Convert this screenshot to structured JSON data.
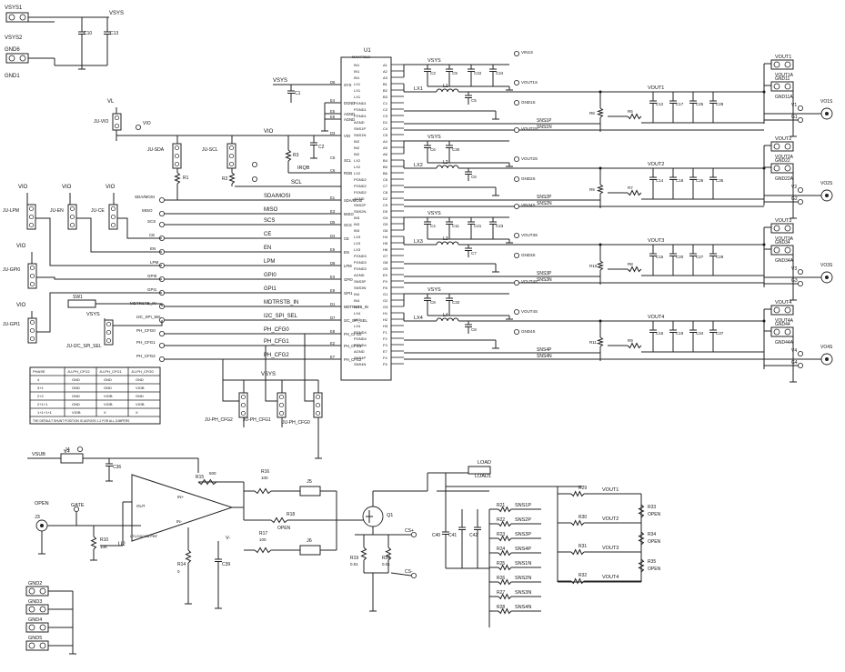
{
  "ic": {
    "ref": "U1",
    "part": "MAX77812",
    "left_pins": [
      {
        "no": "D6",
        "name": "SYS"
      },
      {
        "no": "E4",
        "name": "DGND"
      },
      {
        "no": "E5",
        "name": "AGND"
      },
      {
        "no": "E6",
        "name": "AGND"
      },
      {
        "no": "D3",
        "name": "VIO"
      },
      {
        "no": "C5",
        "name": "SCL"
      },
      {
        "no": "C6",
        "name": "RGB"
      },
      {
        "no": "E1",
        "name": "SDA/MOSI"
      },
      {
        "no": "E3",
        "name": "MISO"
      },
      {
        "no": "D5",
        "name": "SCS"
      },
      {
        "no": "D4",
        "name": "CE"
      },
      {
        "no": "E6",
        "name": "EN"
      },
      {
        "no": "D8",
        "name": "LPM"
      },
      {
        "no": "E3",
        "name": "GPI0"
      },
      {
        "no": "E9",
        "name": "GPI1"
      },
      {
        "no": "D1",
        "name": "MDTRSTB_IN"
      },
      {
        "no": "D7",
        "name": "I2C_SPI_SEL"
      },
      {
        "no": "E8",
        "name": "PH_CFG0"
      },
      {
        "no": "E2",
        "name": "PH_CFG1"
      },
      {
        "no": "E7",
        "name": "PH_CFG2"
      }
    ],
    "right_pins": [
      {
        "no": "A1",
        "name": "IN1"
      },
      {
        "no": "A2",
        "name": "IN1"
      },
      {
        "no": "A3",
        "name": "IN1"
      },
      {
        "no": "B1",
        "name": "LX1"
      },
      {
        "no": "B2",
        "name": "LX1"
      },
      {
        "no": "B3",
        "name": "LX1"
      },
      {
        "no": "C1",
        "name": "PGND1"
      },
      {
        "no": "C2",
        "name": "PGND1"
      },
      {
        "no": "C3",
        "name": "PGND1"
      },
      {
        "no": "D1",
        "name": "AGND"
      },
      {
        "no": "C4",
        "name": "SNS1P"
      },
      {
        "no": "C5",
        "name": "SNS1N"
      },
      {
        "no": "A4",
        "name": "IN2"
      },
      {
        "no": "A5",
        "name": "IN2"
      },
      {
        "no": "A6",
        "name": "IN2"
      },
      {
        "no": "B4",
        "name": "LX2"
      },
      {
        "no": "B5",
        "name": "LX2"
      },
      {
        "no": "B6",
        "name": "LX2"
      },
      {
        "no": "C6",
        "name": "PGND2"
      },
      {
        "no": "C7",
        "name": "PGND2"
      },
      {
        "no": "C8",
        "name": "PGND2"
      },
      {
        "no": "D2",
        "name": "AGND"
      },
      {
        "no": "C9",
        "name": "SNS2P"
      },
      {
        "no": "D9",
        "name": "SNS2N"
      },
      {
        "no": "G4",
        "name": "IN3"
      },
      {
        "no": "G5",
        "name": "IN3"
      },
      {
        "no": "G6",
        "name": "IN3"
      },
      {
        "no": "H4",
        "name": "LX3"
      },
      {
        "no": "H5",
        "name": "LX3"
      },
      {
        "no": "H6",
        "name": "LX3"
      },
      {
        "no": "G7",
        "name": "PGND3"
      },
      {
        "no": "G8",
        "name": "PGND3"
      },
      {
        "no": "G9",
        "name": "PGND3"
      },
      {
        "no": "E9",
        "name": "AGND"
      },
      {
        "no": "F9",
        "name": "SNS3P"
      },
      {
        "no": "F8",
        "name": "SNS3N"
      },
      {
        "no": "G1",
        "name": "IN4"
      },
      {
        "no": "G2",
        "name": "IN4"
      },
      {
        "no": "G3",
        "name": "IN4"
      },
      {
        "no": "H1",
        "name": "LX4"
      },
      {
        "no": "H2",
        "name": "LX4"
      },
      {
        "no": "H3",
        "name": "LX4"
      },
      {
        "no": "F1",
        "name": "PGND4"
      },
      {
        "no": "F2",
        "name": "PGND4"
      },
      {
        "no": "F3",
        "name": "PGND4"
      },
      {
        "no": "E7",
        "name": "AGND"
      },
      {
        "no": "F4",
        "name": "SNS4P"
      },
      {
        "no": "F5",
        "name": "SNS4N"
      }
    ]
  },
  "nets": {
    "vsys": "VSYS",
    "vio": "VIO",
    "vl": "VL",
    "scl": "SCL",
    "irq": "IRQB",
    "sda_mosi": "SDA/MOSI",
    "miso": "MISO",
    "scs": "SCS",
    "ce": "CE",
    "en": "EN",
    "lpm": "LPM",
    "gpi0": "GPI0",
    "gpi1": "GPI1",
    "mdtrstb": "MDTRSTB_IN",
    "i2c_spi_sel": "I2C_SPI_SEL",
    "ph_cfg0": "PH_CFG0",
    "ph_cfg1": "PH_CFG1",
    "ph_cfg2": "PH_CFG2",
    "sns1p": "SNS1P",
    "sns1n": "SNS1N",
    "sns2p": "SNS2P",
    "sns2n": "SNS2N",
    "sns3p": "SNS3P",
    "sns3n": "SNS3N",
    "sns4p": "SNS4P",
    "sns4n": "SNS4N",
    "vout1": "VOUT1",
    "vout2": "VOUT2",
    "vout3": "VOUT3",
    "vout4": "VOUT4",
    "vsense": "VSUB",
    "gate": "GATE",
    "load": "LOAD"
  },
  "phases": [
    {
      "lx": "LX1",
      "ind": "L1",
      "cin": [
        "C3",
        "C9",
        "C22",
        "C24"
      ],
      "cout": [
        "C12",
        "C17",
        "C25",
        "C28"
      ],
      "vout": "VOUT1",
      "tp_in": "VIN1S",
      "tp_out": "VOUT1S",
      "tp_gnd": "GND1S"
    },
    {
      "lx": "LX2",
      "ind": "L2",
      "cin": [
        "C6",
        "C30"
      ],
      "cout": [
        "C14",
        "C18",
        "C26",
        "C35"
      ],
      "vout": "VOUT2",
      "tp_in": "VOUT2S",
      "tp_out": "VOUT2S",
      "tp_gnd": "GND2S"
    },
    {
      "lx": "LX3",
      "ind": "L3",
      "cin": [
        "C4",
        "C11",
        "C21",
        "C23"
      ],
      "cout": [
        "C15",
        "C20",
        "C27",
        "C29"
      ],
      "vout": "VOUT3",
      "tp_in": "VIN34S",
      "tp_out": "VOUT3S",
      "tp_gnd": "GND3S"
    },
    {
      "lx": "LX4",
      "ind": "L4",
      "cin": [
        "C8",
        "C32"
      ],
      "cout": [
        "C16",
        "C19",
        "C34",
        "C37"
      ],
      "vout": "VOUT4",
      "tp_in": "VOUT4S",
      "tp_out": "VOUT4S",
      "tp_gnd": "GND4S"
    }
  ],
  "phase_table": {
    "headers": [
      "PHASE",
      "JU-PH_CFG2",
      "JU-PH_CFG1",
      "JU-PH_CFG0"
    ],
    "rows": [
      [
        "4",
        "GND",
        "GND",
        "GND"
      ],
      [
        "3+1",
        "GND",
        "GND",
        "VIOB"
      ],
      [
        "2+2",
        "GND",
        "VIOB",
        "GND"
      ],
      [
        "2+1+1",
        "GND",
        "VIOB",
        "VIOB"
      ],
      [
        "1+1+1+1",
        "VIOB",
        "X",
        "X"
      ]
    ],
    "note": "THE DEFAULT SHUNT POSITION IS ACROSS 1-2 FOR ALL JUMPERS"
  },
  "jumpers": {
    "ju_vio": "JU-VIO",
    "ju_sda": "JU-SDA",
    "ju_scl": "JU-SCL",
    "ju_lpm": "JU-LPM",
    "ju_en": "JU-EN",
    "ju_ce": "JU-CE",
    "ju_gpi0": "JU-GPI0",
    "ju_gpi1": "JU-GPI1",
    "ju_i2c": "JU-I2C_SPI_SEL",
    "ju_cfg2": "JU-PH_CFG2",
    "ju_cfg1": "JU-PH_CFG1",
    "ju_cfg0": "JU-PH_CFG0"
  },
  "top_left": {
    "vsys1": "VSYS1",
    "vsys2": "VSYS2",
    "gnd6": "GND6",
    "gnd1": "GND1",
    "c10": "C10",
    "c13": "C13"
  },
  "bottom_left": {
    "gnd2": "GND2",
    "gnd3": "GND3",
    "gnd4": "GND4",
    "gnd5": "GND5",
    "open": "OPEN",
    "j3": "J3"
  },
  "opamp": {
    "ref": "U2",
    "part": "LT1210CS8-PBF",
    "r15": "R15",
    "r15v": "500",
    "r16": "R16",
    "r16v": "100",
    "r17": "R17",
    "r17v": "100",
    "r18": "R18",
    "r18v": "OPEN",
    "r10": "R10",
    "r10v": "10K",
    "r14": "R14",
    "r14v": "0",
    "c36": "C36",
    "c39": "C39",
    "j4": "J4",
    "j5": "J5",
    "j6": "J6",
    "vplus": "V+",
    "vminus": "V-",
    "q1": "Q1",
    "r19": "R19",
    "r19v": "0.01",
    "r20": "R20",
    "r20v": "0.01",
    "csp": "CS+",
    "csn": "CS-",
    "load1": "LOAD1"
  },
  "sense_resistors": {
    "left": [
      {
        "ref": "R21",
        "net": "SNS1P"
      },
      {
        "ref": "R22",
        "net": "SNS2P"
      },
      {
        "ref": "R23",
        "net": "SNS3P"
      },
      {
        "ref": "R24",
        "net": "SNS4P"
      },
      {
        "ref": "R25",
        "net": "SNS1N"
      },
      {
        "ref": "R26",
        "net": "SNS2N"
      },
      {
        "ref": "R27",
        "net": "SNS3N"
      },
      {
        "ref": "R28",
        "net": "SNS4N"
      }
    ],
    "right": [
      {
        "ref": "R29",
        "net": "VOUT1"
      },
      {
        "ref": "R30",
        "net": "VOUT2"
      },
      {
        "ref": "R31",
        "net": "VOUT3"
      },
      {
        "ref": "R32",
        "net": "VOUT4"
      }
    ],
    "shunts": [
      {
        "ref": "R33",
        "val": "OPEN"
      },
      {
        "ref": "R34",
        "val": "OPEN"
      },
      {
        "ref": "R35",
        "val": "OPEN"
      }
    ],
    "c40": "C40",
    "c41": "C41",
    "c42": "C42"
  },
  "outputs": [
    {
      "vout": "VOUT1",
      "vouta": "VOUT1A",
      "gnd": "GND11",
      "gnda": "GND11A",
      "sma": "VO1S",
      "v": "V1",
      "g": "G1"
    },
    {
      "vout": "VOUT2",
      "vouta": "VOUT2A",
      "gnd": "GND22",
      "gnda": "GND22A",
      "sma": "VO2S",
      "v": "V2",
      "g": "G2"
    },
    {
      "vout": "VOUT3",
      "vouta": "VOUT3A",
      "gnd": "GND34",
      "gnda": "GND34A",
      "sma": "VO3S",
      "v": "V3",
      "g": "G3"
    },
    {
      "vout": "VOUT4",
      "vouta": "VOUT4A",
      "gnd": "GND44",
      "gnda": "GND44A",
      "sma": "VO4S",
      "v": "V4",
      "g": "G4"
    }
  ]
}
